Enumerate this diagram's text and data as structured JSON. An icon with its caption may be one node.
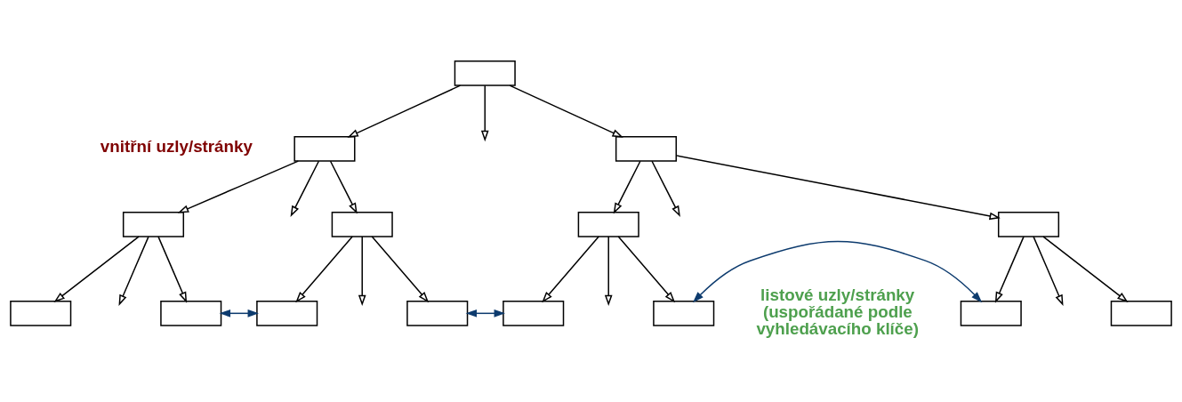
{
  "diagram": {
    "nodes": [
      {
        "text": [],
        "shape": "box"
      },
      {
        "text": [],
        "shape": "box"
      },
      {
        "text": [],
        "shape": "box"
      },
      {
        "text": [],
        "shape": "box"
      },
      {
        "text": [],
        "shape": "box"
      },
      {
        "text": [],
        "shape": "box"
      },
      {
        "text": [],
        "shape": "box"
      },
      {
        "text": [],
        "shape": "box"
      },
      {
        "text": [],
        "shape": "box"
      },
      {
        "text": [],
        "shape": "box"
      },
      {
        "text": [],
        "shape": "box"
      },
      {
        "text": [],
        "shape": "box"
      },
      {
        "text": [],
        "shape": "box"
      },
      {
        "text": [],
        "shape": "box"
      },
      {
        "text": [],
        "shape": "box"
      }
    ],
    "edges": [
      {
        "from": 0,
        "to": 1,
        "arrow": "to"
      },
      {
        "from": 0,
        "to": null,
        "arrow": "to"
      },
      {
        "from": 0,
        "to": 2,
        "arrow": "to"
      },
      {
        "from": 1,
        "to": 3,
        "arrow": "to"
      },
      {
        "from": 1,
        "to": null,
        "arrow": "to"
      },
      {
        "from": 1,
        "to": 4,
        "arrow": "to"
      },
      {
        "from": 2,
        "to": 5,
        "arrow": "to"
      },
      {
        "from": 2,
        "to": null,
        "arrow": "to"
      },
      {
        "from": 2,
        "to": 6,
        "arrow": "to"
      },
      {
        "from": 3,
        "to": 7,
        "arrow": "to"
      },
      {
        "from": 3,
        "to": null,
        "arrow": "to"
      },
      {
        "from": 3,
        "to": 8,
        "arrow": "to"
      },
      {
        "from": 4,
        "to": 9,
        "arrow": "to"
      },
      {
        "from": 4,
        "to": null,
        "arrow": "to"
      },
      {
        "from": 4,
        "to": 10,
        "arrow": "to"
      },
      {
        "from": 5,
        "to": 11,
        "arrow": "to"
      },
      {
        "from": 5,
        "to": null,
        "arrow": "to"
      },
      {
        "from": 5,
        "to": 12,
        "arrow": "to"
      },
      {
        "from": 6,
        "to": 13,
        "arrow": "to"
      },
      {
        "from": 6,
        "to": null,
        "arrow": "to"
      },
      {
        "from": 6,
        "to": 14,
        "arrow": "to"
      },
      {
        "from": 8,
        "to": 9,
        "arrow": "both",
        "color": "#0d3b6e"
      },
      {
        "from": 10,
        "to": 11,
        "arrow": "both",
        "color": "#0d3b6e"
      },
      {
        "from": 12,
        "to": 13,
        "arrow": "both",
        "color": "#0d3b6e"
      }
    ],
    "labels": [
      "vnitřní uzly/stránky",
      "listové uzly/stránky (uspořádané podle vyhledávacího klíče)"
    ]
  }
}
